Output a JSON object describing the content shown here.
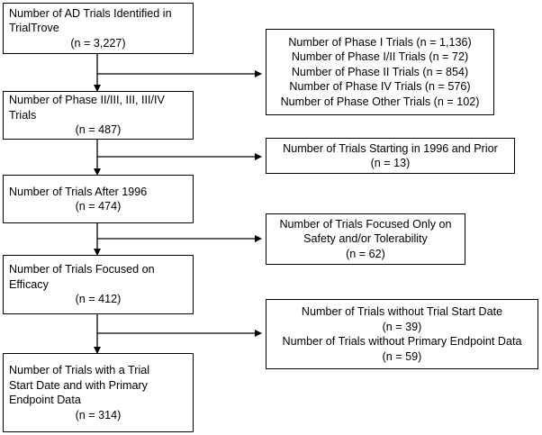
{
  "main_boxes": [
    {
      "lines": [
        "Number of AD Trials Identified in",
        "TrialTrove"
      ],
      "count": "(n = 3,227)"
    },
    {
      "lines": [
        "Number of Phase II/III, III, III/IV",
        "Trials"
      ],
      "count": "(n = 487)"
    },
    {
      "lines": [
        "Number of Trials After 1996"
      ],
      "count": "(n = 474)"
    },
    {
      "lines": [
        "Number of Trials Focused on",
        "Efficacy"
      ],
      "count": "(n = 412)"
    },
    {
      "lines": [
        "Number of Trials with a Trial",
        "Start Date and with Primary",
        "Endpoint Data"
      ],
      "count": "(n = 314)"
    }
  ],
  "exclusion_boxes": [
    {
      "lines": [
        "Number of Phase I Trials (n = 1,136)",
        "Number of Phase I/II Trials (n = 72)",
        "Number of Phase II Trials (n = 854)",
        "Number of Phase IV Trials (n = 576)",
        "Number of Phase Other Trials (n = 102)"
      ]
    },
    {
      "lines": [
        "Number of Trials Starting in 1996 and Prior",
        "(n = 13)"
      ]
    },
    {
      "lines": [
        "Number of Trials Focused Only on",
        "Safety and/or Tolerability",
        "(n = 62)"
      ]
    },
    {
      "lines": [
        "Number of Trials without Trial Start Date",
        "(n = 39)",
        "Number of Trials without Primary Endpoint Data",
        "(n = 59)"
      ]
    }
  ]
}
